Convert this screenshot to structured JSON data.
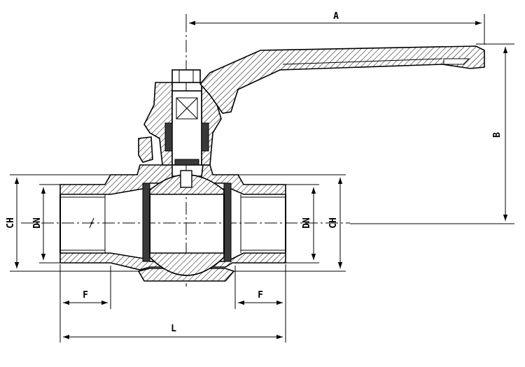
{
  "drawing": {
    "subject": "ball valve cross-section",
    "dimensions": {
      "A": "A",
      "B": "B",
      "L": "L",
      "F_left": "F",
      "F_right": "F",
      "DN_left": "DN",
      "DN_right": "DN",
      "CH_left": "CH",
      "CH_right": "CH"
    }
  }
}
